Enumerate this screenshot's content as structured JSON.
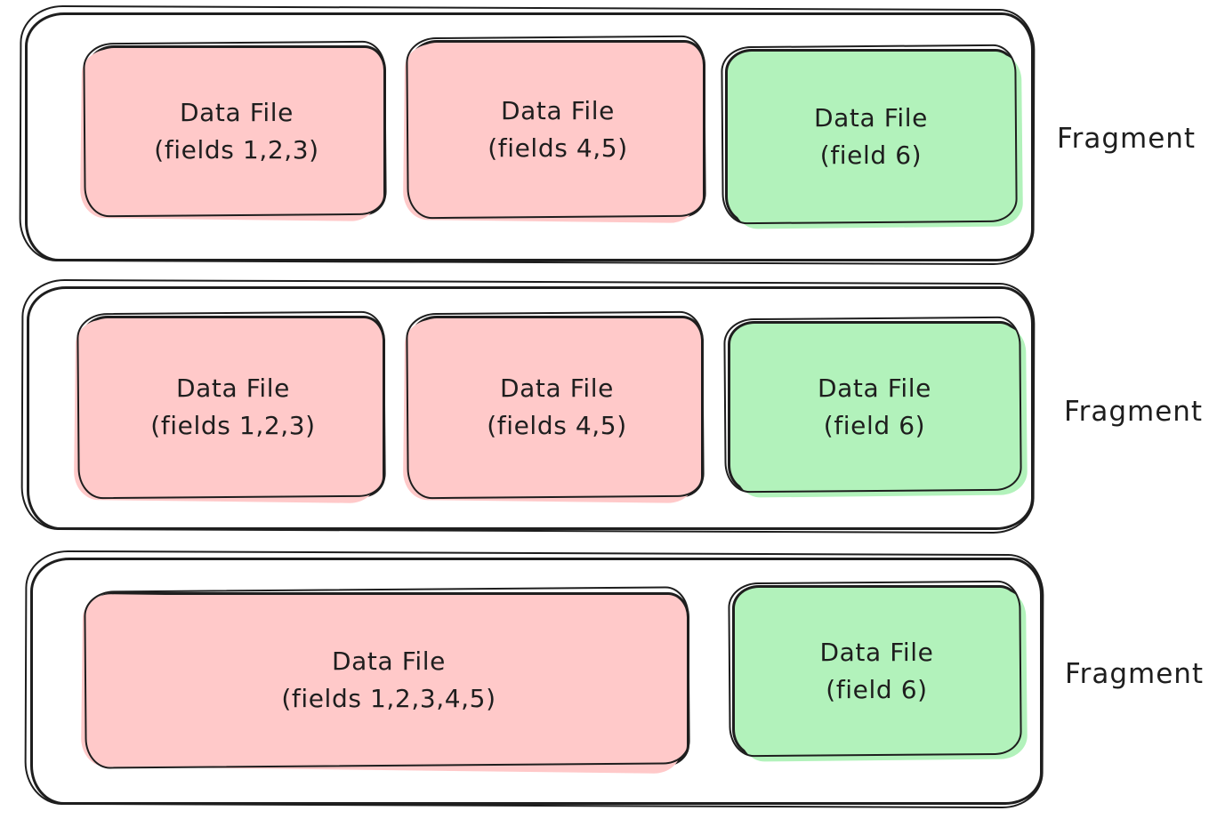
{
  "colors": {
    "pink": "#ffc9c9",
    "green": "#b2f2bb",
    "stroke": "#1e1e1e",
    "background": "#ffffff"
  },
  "fragments": [
    {
      "label": "Fragment",
      "files": [
        {
          "title": "Data File",
          "fields": "(fields 1,2,3)",
          "color": "pink"
        },
        {
          "title": "Data File",
          "fields": "(fields 4,5)",
          "color": "pink"
        },
        {
          "title": "Data File",
          "fields": "(field 6)",
          "color": "green"
        }
      ]
    },
    {
      "label": "Fragment",
      "files": [
        {
          "title": "Data File",
          "fields": "(fields 1,2,3)",
          "color": "pink"
        },
        {
          "title": "Data File",
          "fields": "(fields 4,5)",
          "color": "pink"
        },
        {
          "title": "Data File",
          "fields": "(field 6)",
          "color": "green"
        }
      ]
    },
    {
      "label": "Fragment",
      "files": [
        {
          "title": "Data File",
          "fields": "(fields 1,2,3,4,5)",
          "color": "pink"
        },
        {
          "title": "Data File",
          "fields": "(field 6)",
          "color": "green"
        }
      ]
    }
  ]
}
